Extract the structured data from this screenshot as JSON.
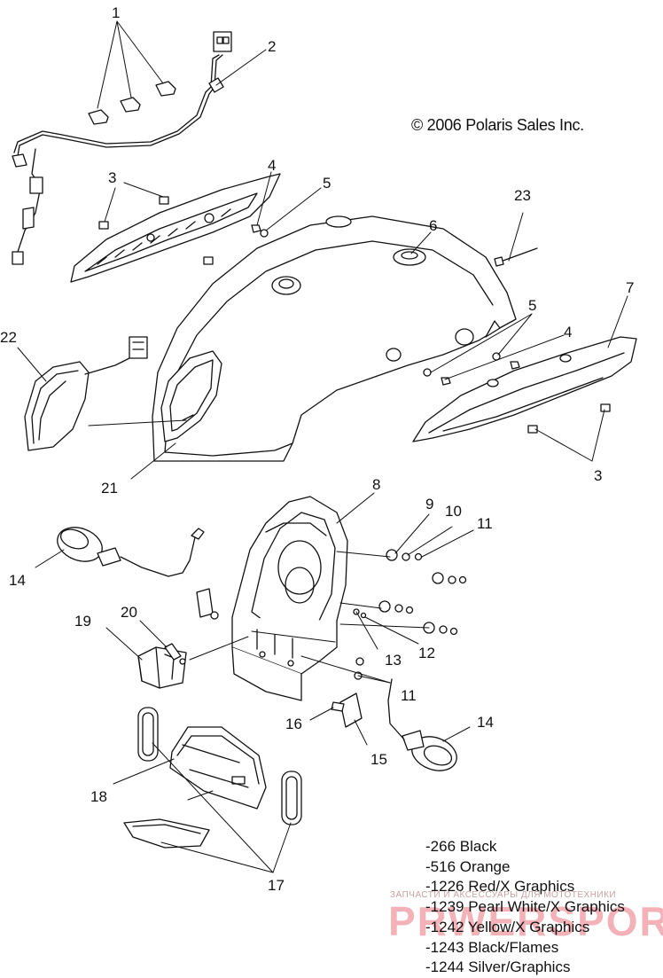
{
  "copyright": "© 2006 Polaris Sales Inc.",
  "callouts": [
    {
      "id": "c1",
      "text": "1"
    },
    {
      "id": "c2",
      "text": "2"
    },
    {
      "id": "c3a",
      "text": "3"
    },
    {
      "id": "c4a",
      "text": "4"
    },
    {
      "id": "c5a",
      "text": "5"
    },
    {
      "id": "c6",
      "text": "6"
    },
    {
      "id": "c23",
      "text": "23"
    },
    {
      "id": "c7",
      "text": "7"
    },
    {
      "id": "c5b",
      "text": "5"
    },
    {
      "id": "c4b",
      "text": "4"
    },
    {
      "id": "c22",
      "text": "22"
    },
    {
      "id": "c21",
      "text": "21"
    },
    {
      "id": "c3b",
      "text": "3"
    },
    {
      "id": "c8",
      "text": "8"
    },
    {
      "id": "c9",
      "text": "9"
    },
    {
      "id": "c10",
      "text": "10"
    },
    {
      "id": "c11a",
      "text": "11"
    },
    {
      "id": "c14a",
      "text": "14"
    },
    {
      "id": "c20",
      "text": "20"
    },
    {
      "id": "c19",
      "text": "19"
    },
    {
      "id": "c13",
      "text": "13"
    },
    {
      "id": "c12",
      "text": "12"
    },
    {
      "id": "c11b",
      "text": "11"
    },
    {
      "id": "c16",
      "text": "16"
    },
    {
      "id": "c14b",
      "text": "14"
    },
    {
      "id": "c15",
      "text": "15"
    },
    {
      "id": "c18",
      "text": "18"
    },
    {
      "id": "c17",
      "text": "17"
    }
  ],
  "legend": [
    "-266  Black",
    "-516  Orange",
    "-1226 Red/X Graphics",
    "-1239 Pearl White/X Graphics",
    "-1242 Yellow/X Graphics",
    "-1243 Black/Flames",
    "-1244 Silver/Graphics"
  ],
  "watermark": {
    "small_text": "ЗАПЧАСТИ И АКСЕССУАРЫ ДЛЯ МОТОТЕХНИКИ",
    "logo_text": "PRWERSPORT.RU"
  }
}
